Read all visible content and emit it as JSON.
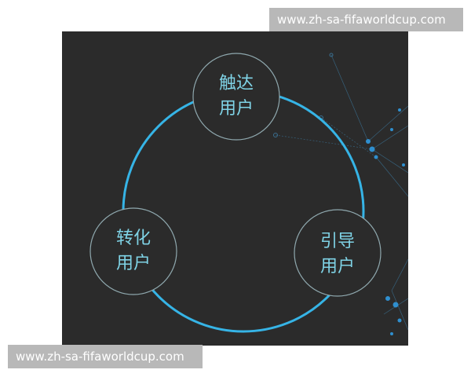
{
  "diagram": {
    "nodes": [
      {
        "id": "reach",
        "line1": "触达",
        "line2": "用户"
      },
      {
        "id": "guide",
        "line1": "引导",
        "line2": "用户"
      },
      {
        "id": "convert",
        "line1": "转化",
        "line2": "用户"
      }
    ],
    "colors": {
      "background": "#2b2b2b",
      "ring": "#36b4e6",
      "node_fill": "#2b2b2b",
      "node_stroke": "#8fa8ae",
      "node_text": "#7fd3e6",
      "particles": "#2f8fcf"
    }
  },
  "watermarks": {
    "top": "www.zh-sa-fifaworldcup.com",
    "bottom": "www.zh-sa-fifaworldcup.com"
  }
}
